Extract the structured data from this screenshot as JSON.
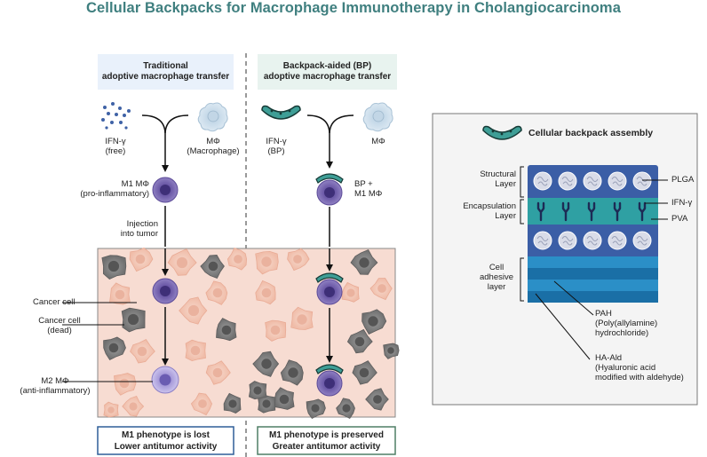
{
  "title": "Cellular Backpacks for  Macrophage Immunotherapy in Cholangiocarcinoma",
  "traditional": {
    "header_line1": "Traditional",
    "header_line2": "adoptive macrophage transfer",
    "ifn_label1": "IFN-γ",
    "ifn_label2": "(free)",
    "mac_label1": "MΦ",
    "mac_label2": "(Macrophage)",
    "m1_label1": "M1 MΦ",
    "m1_label2": "(pro-inflammatory)",
    "inj_label1": "Injection",
    "inj_label2": "into tumor",
    "cancer_label": "Cancer cell",
    "dead_label1": "Cancer cell",
    "dead_label2": "(dead)",
    "m2_label1": "M2 MΦ",
    "m2_label2": "(anti-inflammatory)",
    "footer_line1": "M1 phenotype is lost",
    "footer_line2": "Lower antitumor activity"
  },
  "backpack": {
    "header_line1": "Backpack-aided (BP)",
    "header_line2": "adoptive macrophage transfer",
    "ifn_label1": "IFN-γ",
    "ifn_label2": "(BP)",
    "mac_label": "MΦ",
    "bp_label1": "BP +",
    "bp_label2": "M1 MΦ",
    "footer_line1": "M1 phenotype is preserved",
    "footer_line2": "Greater antitumor activity"
  },
  "assembly": {
    "title": "Cellular backpack assembly",
    "structural1": "Structural",
    "structural2": "Layer",
    "encaps1": "Encapsulation",
    "encaps2": "Layer",
    "adhesive1": "Cell",
    "adhesive2": "adhesive",
    "adhesive3": "layer",
    "plga": "PLGA",
    "ifn": "IFN-γ",
    "pva": "PVA",
    "pah1": "PAH",
    "pah2": "(Poly(allylamine)",
    "pah3": "hydrochloride)",
    "ha1": "HA-Ald",
    "ha2": "(Hyaluronic acid",
    "ha3": "modified with aldehyde)"
  },
  "colors": {
    "title": "#3f7f7f",
    "traditional_box": "#e9f1fb",
    "backpack_box": "#e8f3ef",
    "traditional_footer_border": "#2f5e98",
    "backpack_footer_border": "#4f7f66",
    "tumor_bg": "#f7dcd2",
    "cancer_cell": "#f3c6b5",
    "dead_cell": "#8b8b8b",
    "m1_macrophage": "#7a68b0",
    "m2_macrophage": "#b3a8de",
    "backpack": "#3e9e96",
    "layer_dark": "#3b5ea6",
    "layer_teal": "#2fa0a3",
    "layer_blue": "#2b8fc7"
  }
}
